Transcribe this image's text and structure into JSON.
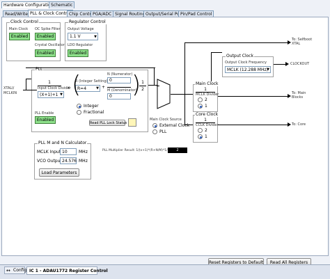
{
  "top_tabs": [
    {
      "label": "Hardware Configuration",
      "active": true
    },
    {
      "label": "Schematic",
      "active": false
    }
  ],
  "sub_tabs": [
    {
      "label": "Read/Write"
    },
    {
      "label": "PLL & Clock Control"
    },
    {
      "label": "Chip Control"
    },
    {
      "label": "PGA/ADC"
    },
    {
      "label": "Signal Routing"
    },
    {
      "label": "Output/Serial Port"
    },
    {
      "label": "Pin/Pad Control"
    }
  ],
  "clock_control": {
    "title": "Clock Control",
    "main_clock_label": "Main Clock",
    "main_clock_btn": "Enabled",
    "oc_filter_label": "OC Spike Filter",
    "oc_filter_btn": "Enabled",
    "crystal_label": "Crystal Oscillator",
    "crystal_btn": "Enabled"
  },
  "regulator_control": {
    "title": "Regulator Control",
    "output_voltage_label": "Output Voltage",
    "output_voltage_value": "1.1 V",
    "ldo_label": "LDO Regulator",
    "ldo_btn": "Enabled"
  },
  "pll": {
    "title": "PLL",
    "xtali_label": "XTALI/",
    "mclkin_label": "MCLKIN",
    "input_num": "1",
    "input_divider_label": "Input Clock Divider",
    "input_divider_value": "(X+1)+1",
    "r_label": "R (Integer Setting)",
    "r_value": "R=4",
    "n_label": "N (Numerator)",
    "n_value": "0",
    "m_label": "M (Denominator)",
    "m_value": "0",
    "out_num": "1",
    "out_den": "2",
    "plus": "+",
    "integer_label": "Integer",
    "fractional_label": "Fractional",
    "enable_label": "PLL Enable",
    "enable_btn": "Enabled",
    "lock_btn": "Read PLL Lock Status"
  },
  "calc": {
    "title": "PLL M and N Calculator",
    "mclk_label": "MCLK Input",
    "mclk_value": "10",
    "mclk_unit": "MHz",
    "vco_label": "VCO Output",
    "vco_value": "24.576",
    "vco_unit": "MHz",
    "load_btn": "Load Parameters"
  },
  "pll_result_label": "PLL Multiplier Result: 1/(x+1)*(R+N/M)*1/2=",
  "pll_result_value": "2",
  "mux": {
    "source_label": "Main Clock Source",
    "external_label": "External Clock",
    "pll_label": "PLL"
  },
  "main_clock": {
    "title": "Main Clock",
    "num": "1",
    "divider_label": "MCLK Divider",
    "opt2": "2",
    "opt1": "1"
  },
  "core_clock": {
    "title": "Core Clock",
    "num": "1",
    "divider_label": "CCLK Divider",
    "opt2": "2",
    "opt1": "1"
  },
  "output_clock": {
    "title": "Output Clock",
    "freq_label": "Output Clock Frequency",
    "freq_value": "MCLK (12.288 MHz)"
  },
  "outputs": {
    "selfboot": "To: Selfboot XTAL",
    "clockout": "CLOCKOUT",
    "main_blocks": "To: Main Blocks",
    "core": "To: Core"
  },
  "bottom_buttons": {
    "reset": "Reset Registers to Default",
    "read_all": "Read All Registers"
  },
  "bottom_tabs": {
    "config": "Config",
    "ic": "IC 1 - ADAU1772 Register Control"
  }
}
